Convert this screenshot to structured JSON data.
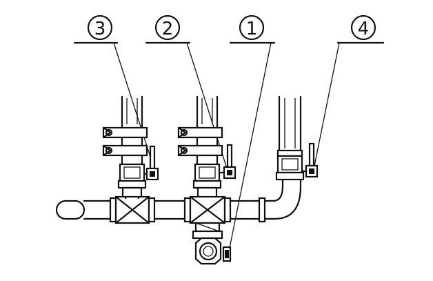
{
  "labels": [
    {
      "id": "valve-3",
      "text": "3"
    },
    {
      "id": "valve-2",
      "text": "2"
    },
    {
      "id": "valve-1",
      "text": "1"
    },
    {
      "id": "valve-4",
      "text": "4"
    }
  ]
}
